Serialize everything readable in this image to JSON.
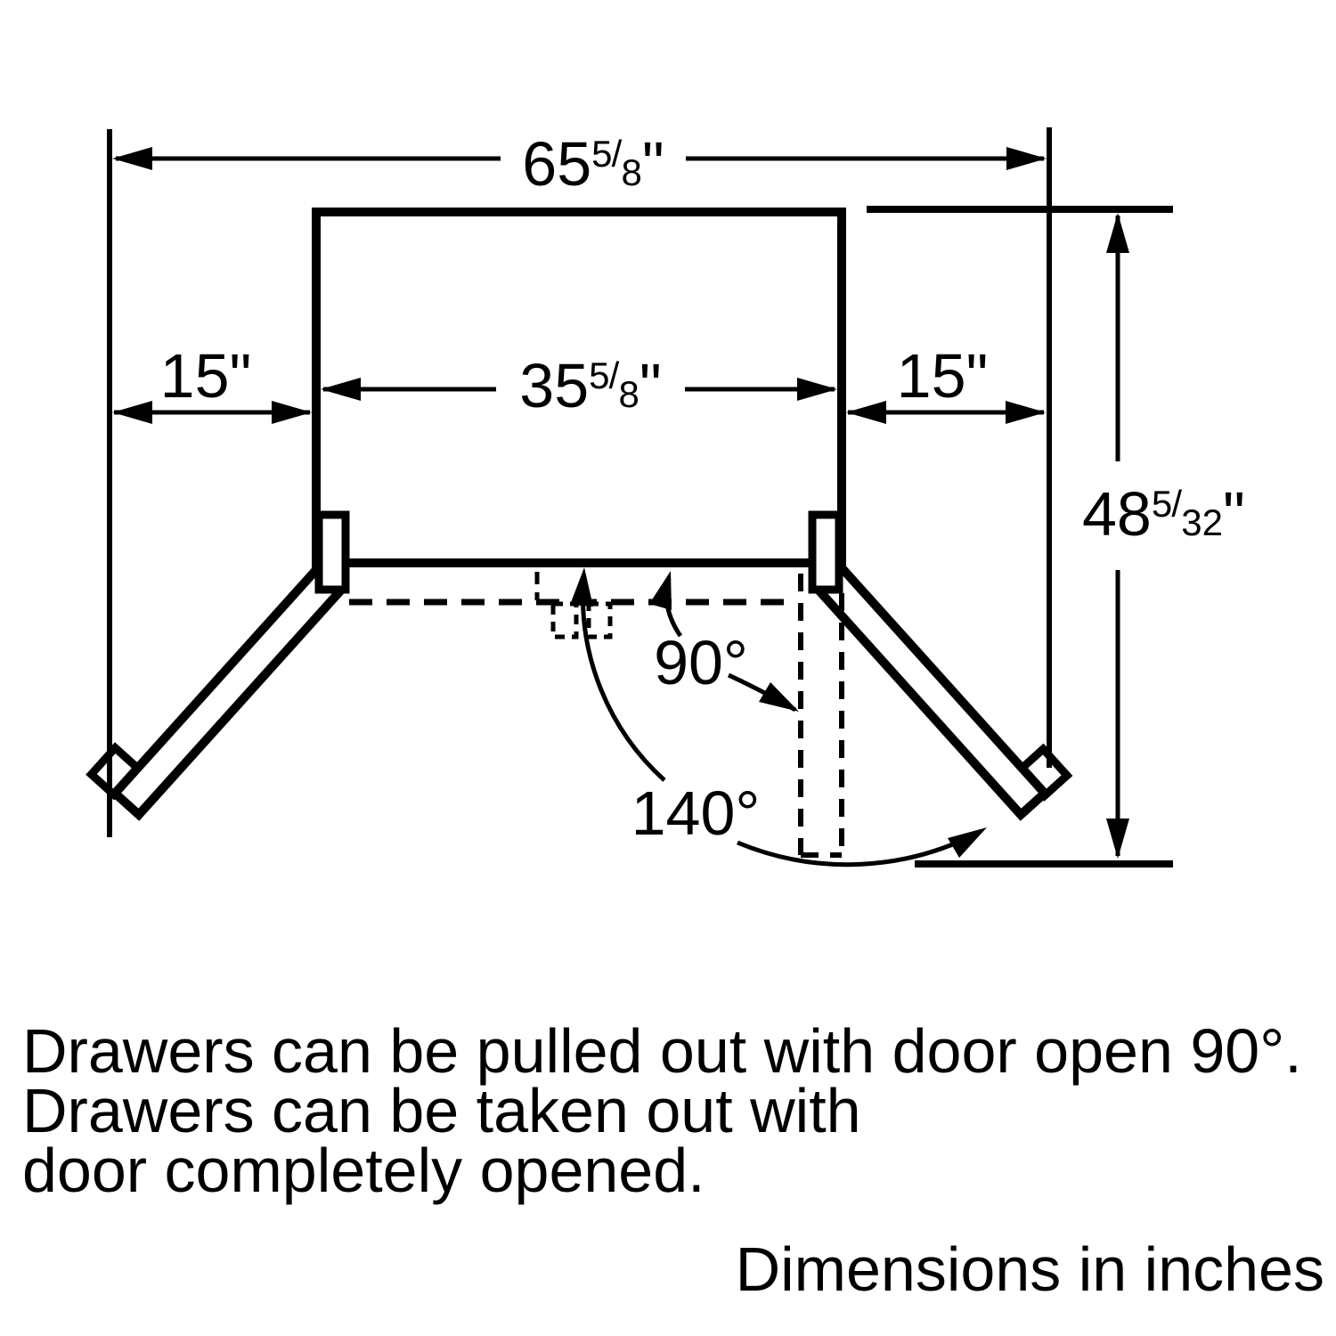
{
  "colors": {
    "ink": "#000000",
    "paper": "#ffffff"
  },
  "dimensions": {
    "overall_width": {
      "whole": "65",
      "numerator": "5/",
      "denominator": "8",
      "unit": "\""
    },
    "cabinet_width": {
      "whole": "35",
      "numerator": "5/",
      "denominator": "8",
      "unit": "\""
    },
    "door_depth": {
      "whole": "48",
      "numerator": "5/",
      "denominator": "32",
      "unit": "\""
    },
    "left_clearance": {
      "whole": "15",
      "numerator": "",
      "denominator": "",
      "unit": "\""
    },
    "right_clearance": {
      "whole": "15",
      "numerator": "",
      "denominator": "",
      "unit": "\""
    }
  },
  "angles": {
    "drawer_open": "90°",
    "door_full_open": "140°"
  },
  "notes": [
    "Drawers can be pulled out with door open 90°.",
    "Drawers can be taken out with",
    "door completely opened."
  ],
  "footer": {
    "caption": "Dimensions in inches"
  }
}
